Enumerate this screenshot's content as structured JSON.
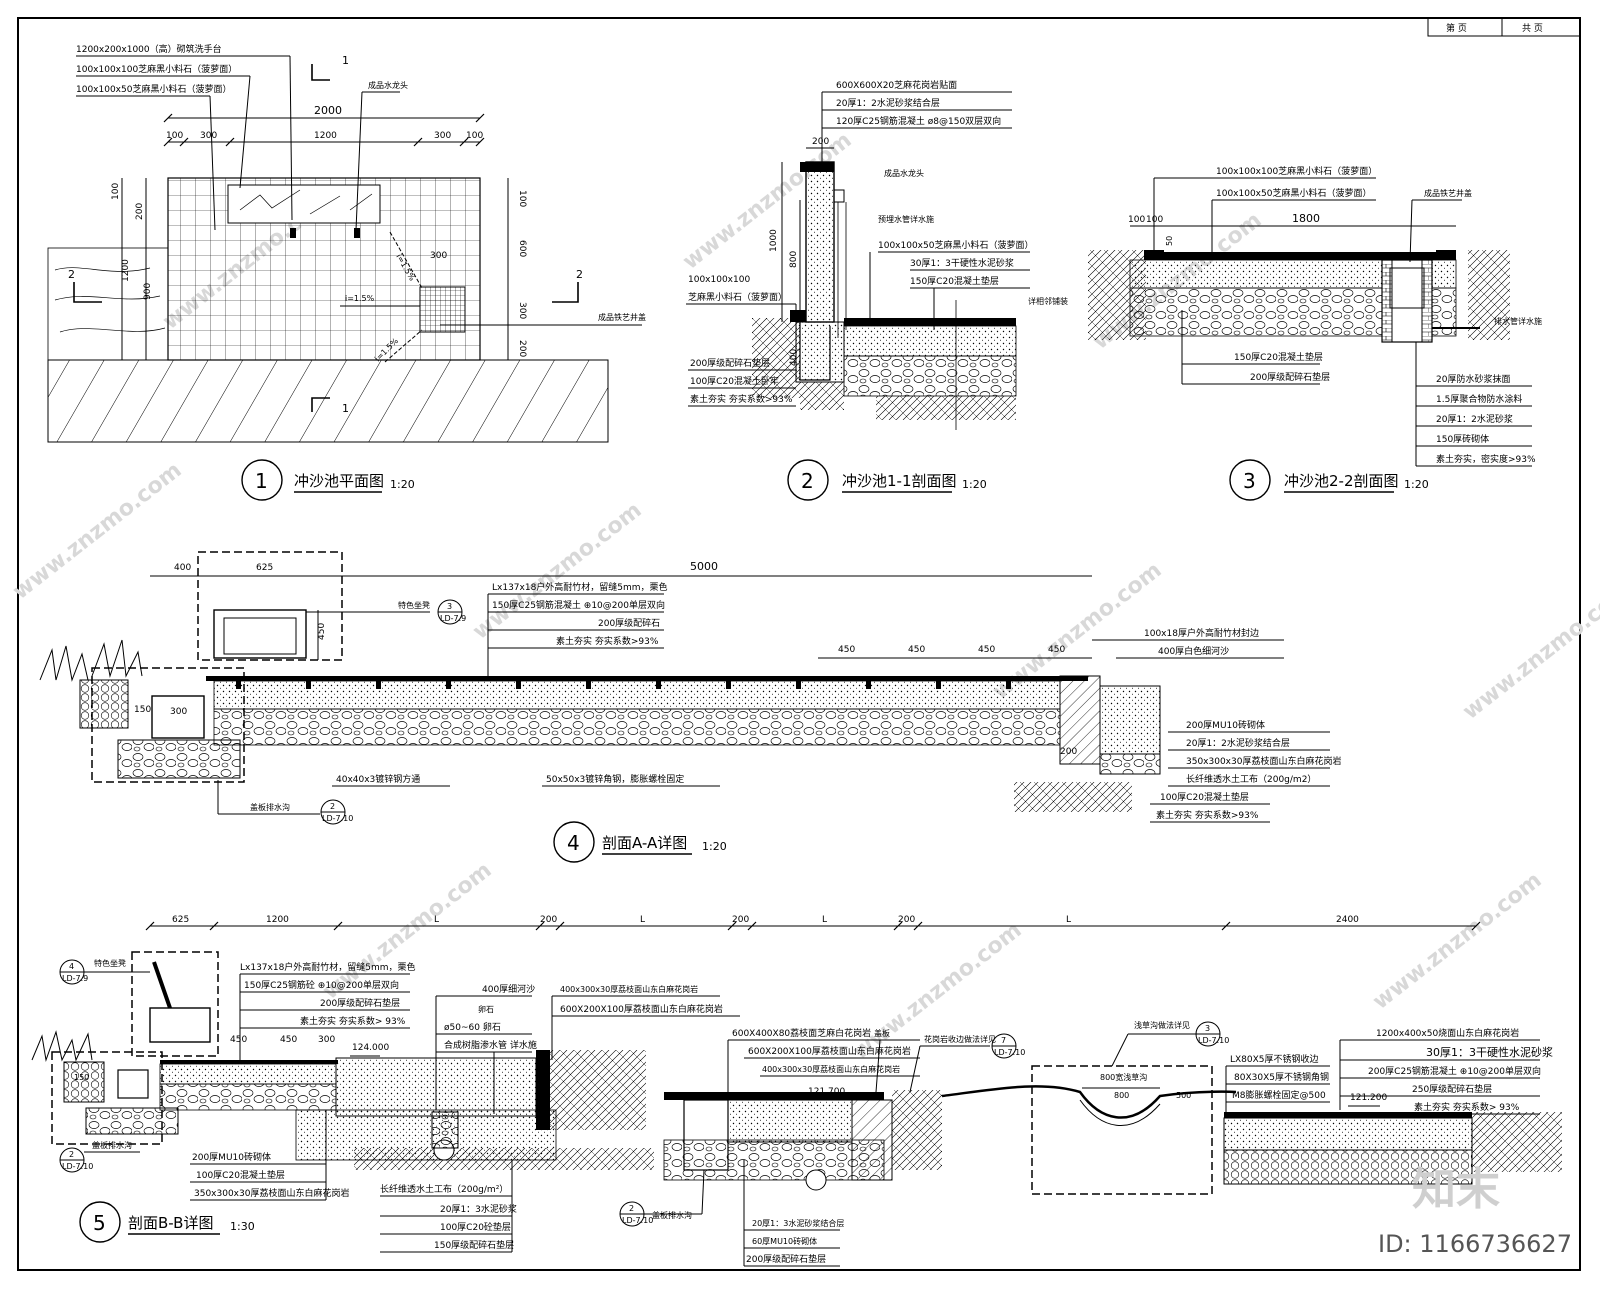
{
  "sheet": {
    "page_label": "第 页",
    "total_label": "共 页",
    "id_text": "ID: 1166736627",
    "logo_text": "知末",
    "watermark_text": "www.znzmo.com"
  },
  "d1": {
    "num": "1",
    "title": "冲沙池平面图",
    "scale": "1:20",
    "notes": [
      "1200x200x1000（高）砌筑洗手台",
      "100x100x100芝麻黑小料石（菠萝面）",
      "100x100x50芝麻黑小料石（菠萝面）"
    ],
    "faucet": "成品水龙头",
    "grate": "成品铁艺井盖",
    "dims": {
      "overall": "2000",
      "w100a": "100",
      "w300a": "300",
      "w1200": "1200",
      "w300b": "300",
      "w100b": "100",
      "l100": "100",
      "l200": "200",
      "l1200": "1200",
      "l900": "900",
      "r100": "100",
      "r600": "600",
      "r300": "300",
      "r200": "200",
      "g300": "300"
    },
    "slopes": [
      "i=1.5%",
      "i=1.5%",
      "i=1.5%"
    ],
    "cut1": "1",
    "cut2": "2"
  },
  "d2": {
    "num": "2",
    "title": "冲沙池1-1剖面图",
    "scale": "1:20",
    "top_notes": [
      "600X600X20芝麻花岗岩贴面",
      "20厚1：2水泥砂浆结合层",
      "120厚C25钢筋混凝土 ø8@150双层双向"
    ],
    "right_notes": [
      "成品水龙头",
      "预埋水管详水施",
      "100x100x50芝麻黑小料石（菠萝面）",
      "30厚1：3干硬性水泥砂浆",
      "150厚C20混凝土垫层",
      "详相邻铺装"
    ],
    "left_notes": [
      "100x100x100",
      "芝麻黑小料石（菠萝面）"
    ],
    "bottom_notes": [
      "200厚级配碎石垫层",
      "100厚C20混凝土卧牢",
      "素土夯实 夯实系数>93%"
    ],
    "dims": {
      "d200": "200",
      "d1000": "1000",
      "d800": "800",
      "d400": "400"
    }
  },
  "d3": {
    "num": "3",
    "title": "冲沙池2-2剖面图",
    "scale": "1:20",
    "top_notes": [
      "100x100x100芝麻黑小料石（菠萝面）",
      "100x100x50芝麻黑小料石（菠萝面）"
    ],
    "grate": "成品铁艺井盖",
    "drain": "排水管详水施",
    "bottom_notes": [
      "150厚C20混凝土垫层",
      "200厚级配碎石垫层"
    ],
    "right_notes": [
      "20厚防水砂浆抹面",
      "1.5厚聚合物防水涂料",
      "20厚1：2水泥砂浆",
      "150厚砖砌体",
      "素土夯实，密实度>93%"
    ],
    "dims": {
      "d100a": "100",
      "d100b": "100",
      "d1800": "1800",
      "d50": "50"
    }
  },
  "d4": {
    "num": "4",
    "title": "剖面A-A详图",
    "scale": "1:20",
    "dims": {
      "d400": "400",
      "d625": "625",
      "d5000": "5000",
      "d450a": "450",
      "d450b": "450",
      "d450c": "450",
      "d450d": "450",
      "d450v": "450",
      "d150": "150",
      "d300": "300",
      "d200": "200"
    },
    "seat_label": "特色坐凳",
    "ref_seat": {
      "top": "3",
      "bottom": "LD-7.9"
    },
    "ref_drain": {
      "top": "2",
      "bottom": "LD-7.10"
    },
    "drain_label": "盖板排水沟",
    "top_notes": [
      "Lx137x18户外高耐竹材，留缝5mm，栗色",
      "150厚C25钢筋混凝土 ⊕10@200单层双向",
      "200厚级配碎石",
      "素土夯实 夯实系数>93%"
    ],
    "right_notes": [
      "100x18厚户外高耐竹材封边",
      "400厚白色细河沙",
      "200厚MU10砖砌体",
      "20厚1：2水泥砂浆结合层",
      "350x300x30厚荔枝面山东白麻花岗岩",
      "长纤维透水土工布（200g/m2）",
      "100厚C20混凝土垫层",
      "素土夯实 夯实系数>93%"
    ],
    "bottom_notes": [
      "40x40x3镀锌钢方通",
      "50x50x3镀锌角钢，膨胀螺栓固定"
    ]
  },
  "d5": {
    "num": "5",
    "title": "剖面B-B详图",
    "scale": "1:30",
    "dims": {
      "d625": "625",
      "d1200": "1200",
      "L1": "L",
      "d200a": "200",
      "L2": "L",
      "d200b": "200",
      "L3": "L",
      "d200c": "200",
      "L4": "L",
      "d2400": "2400",
      "d450a": "450",
      "d450b": "450",
      "d300": "300",
      "d150": "150"
    },
    "ref_seat": {
      "top": "4",
      "bottom": "LD-7.9"
    },
    "seat_label": "特色坐凳",
    "ref_drain1": {
      "top": "2",
      "bottom": "LD-7.10"
    },
    "drain_label1": "盖板排水沟",
    "ref_drain2": {
      "top": "2",
      "bottom": "LD-7.10"
    },
    "drain_label2": "盖板排水沟",
    "ref_edge": {
      "top": "7",
      "bottom": "LD-7.10"
    },
    "edge_label": "花岗岩收边做法详见",
    "ref_ditch": {
      "top": "3",
      "bottom": "LD-7.10"
    },
    "ditch_label": "浅草沟做法详见",
    "levels": [
      "124.000",
      "121.700",
      "121.200"
    ],
    "left_notes": [
      "Lx137x18户外高耐竹材，留缝5mm，栗色",
      "150厚C25钢筋砼 ⊕10@200单层双向",
      "200厚级配碎石垫层",
      "素土夯实 夯实系数> 93%"
    ],
    "mid_notes": [
      "400厚细河沙",
      "卵石",
      "ø50~60 卵石",
      "合成树脂渗水管 详水施"
    ],
    "mid_notes2": [
      "400x300x30厚荔枝面山东白麻花岗岩",
      "600X200X100厚荔枝面山东白麻花岗岩"
    ],
    "under_notes": [
      "长纤维透水土工布（200g/m²）",
      "20厚1：3水泥砂浆",
      "100厚C20砼垫层",
      "150厚级配碎石垫层"
    ],
    "left_bottom_notes": [
      "200厚MU10砖砌体",
      "100厚C20混凝土垫层",
      "350x300x30厚荔枝面山东白麻花岗岩"
    ],
    "center_notes": [
      "600X400X80荔枝面芝麻白花岗岩",
      "600X200X100厚荔枝面山东白麻花岗岩",
      "400x300x30厚荔枝面山东白麻花岗岩"
    ],
    "slab_label": "盖板",
    "center_bottom_notes": [
      "20厚1：3水泥砂浆结合层",
      "60厚MU10砖砌体",
      "200厚级配碎石垫层"
    ],
    "right_notes": [
      "1200x400x50烧面山东白麻花岗岩",
      "30厚1：3干硬性水泥砂浆",
      "200厚C25钢筋混凝土 ⊕10@200单层双向",
      "250厚级配碎石垫层",
      "素土夯实 夯实系数> 93%"
    ],
    "steel_notes": [
      "LX80X5厚不锈钢收边",
      "80X30X5厚不锈钢角钢",
      "M8膨胀螺栓固定@500"
    ],
    "ditch_dims": [
      "800宽浅草沟",
      "800",
      "500"
    ]
  }
}
